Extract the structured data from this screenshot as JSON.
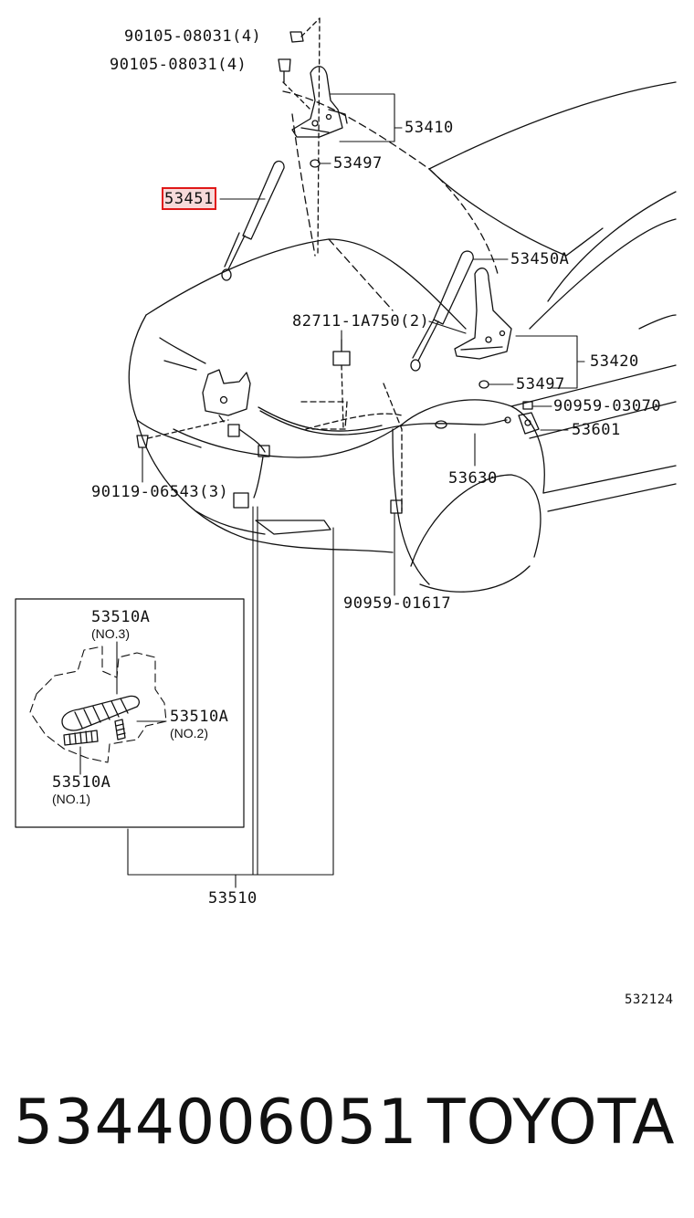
{
  "labels": {
    "bolt_top_a": "90105-08031(4)",
    "bolt_top_b": "90105-08031(4)",
    "hinge_right": "53410",
    "washer_upper": "53497",
    "support_left": "53451",
    "support_right": "53450A",
    "clip_center": "82711-1A750(2)",
    "hinge_left": "53420",
    "washer_lower": "53497",
    "clamp_small": "90959-03070",
    "catch": "53601",
    "cable": "53630",
    "bolt_lock": "90119-06543(3)",
    "clamp_lower": "90959-01617",
    "cable_assy": "53510"
  },
  "inset": {
    "no3": "53510A",
    "no3_sub": "(NO.3)",
    "no2": "53510A",
    "no2_sub": "(NO.2)",
    "no1": "53510A",
    "no1_sub": "(NO.1)"
  },
  "footer": {
    "figure_code": "532124",
    "part_number": "5344006051",
    "brand": "TOYOTA"
  },
  "colors": {
    "line": "#111111",
    "highlight": "#e01818"
  }
}
